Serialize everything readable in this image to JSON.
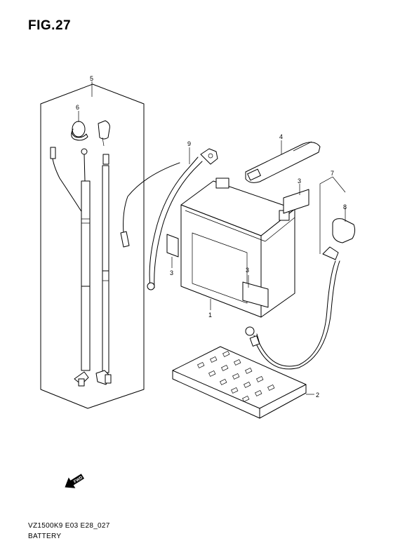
{
  "figure": {
    "title": "FIG.27"
  },
  "footer": {
    "model_code": "VZ1500K9 E03 E28_027",
    "section": "BATTERY"
  },
  "callouts": [
    {
      "id": "c1",
      "label": "1"
    },
    {
      "id": "c2",
      "label": "2"
    },
    {
      "id": "c3a",
      "label": "3"
    },
    {
      "id": "c3b",
      "label": "3"
    },
    {
      "id": "c3c",
      "label": "3"
    },
    {
      "id": "c4",
      "label": "4"
    },
    {
      "id": "c5",
      "label": "5"
    },
    {
      "id": "c6",
      "label": "6"
    },
    {
      "id": "c7",
      "label": "7"
    },
    {
      "id": "c8",
      "label": "8"
    },
    {
      "id": "c9",
      "label": "9"
    }
  ],
  "direction_arrow": {
    "label": "FWD"
  }
}
